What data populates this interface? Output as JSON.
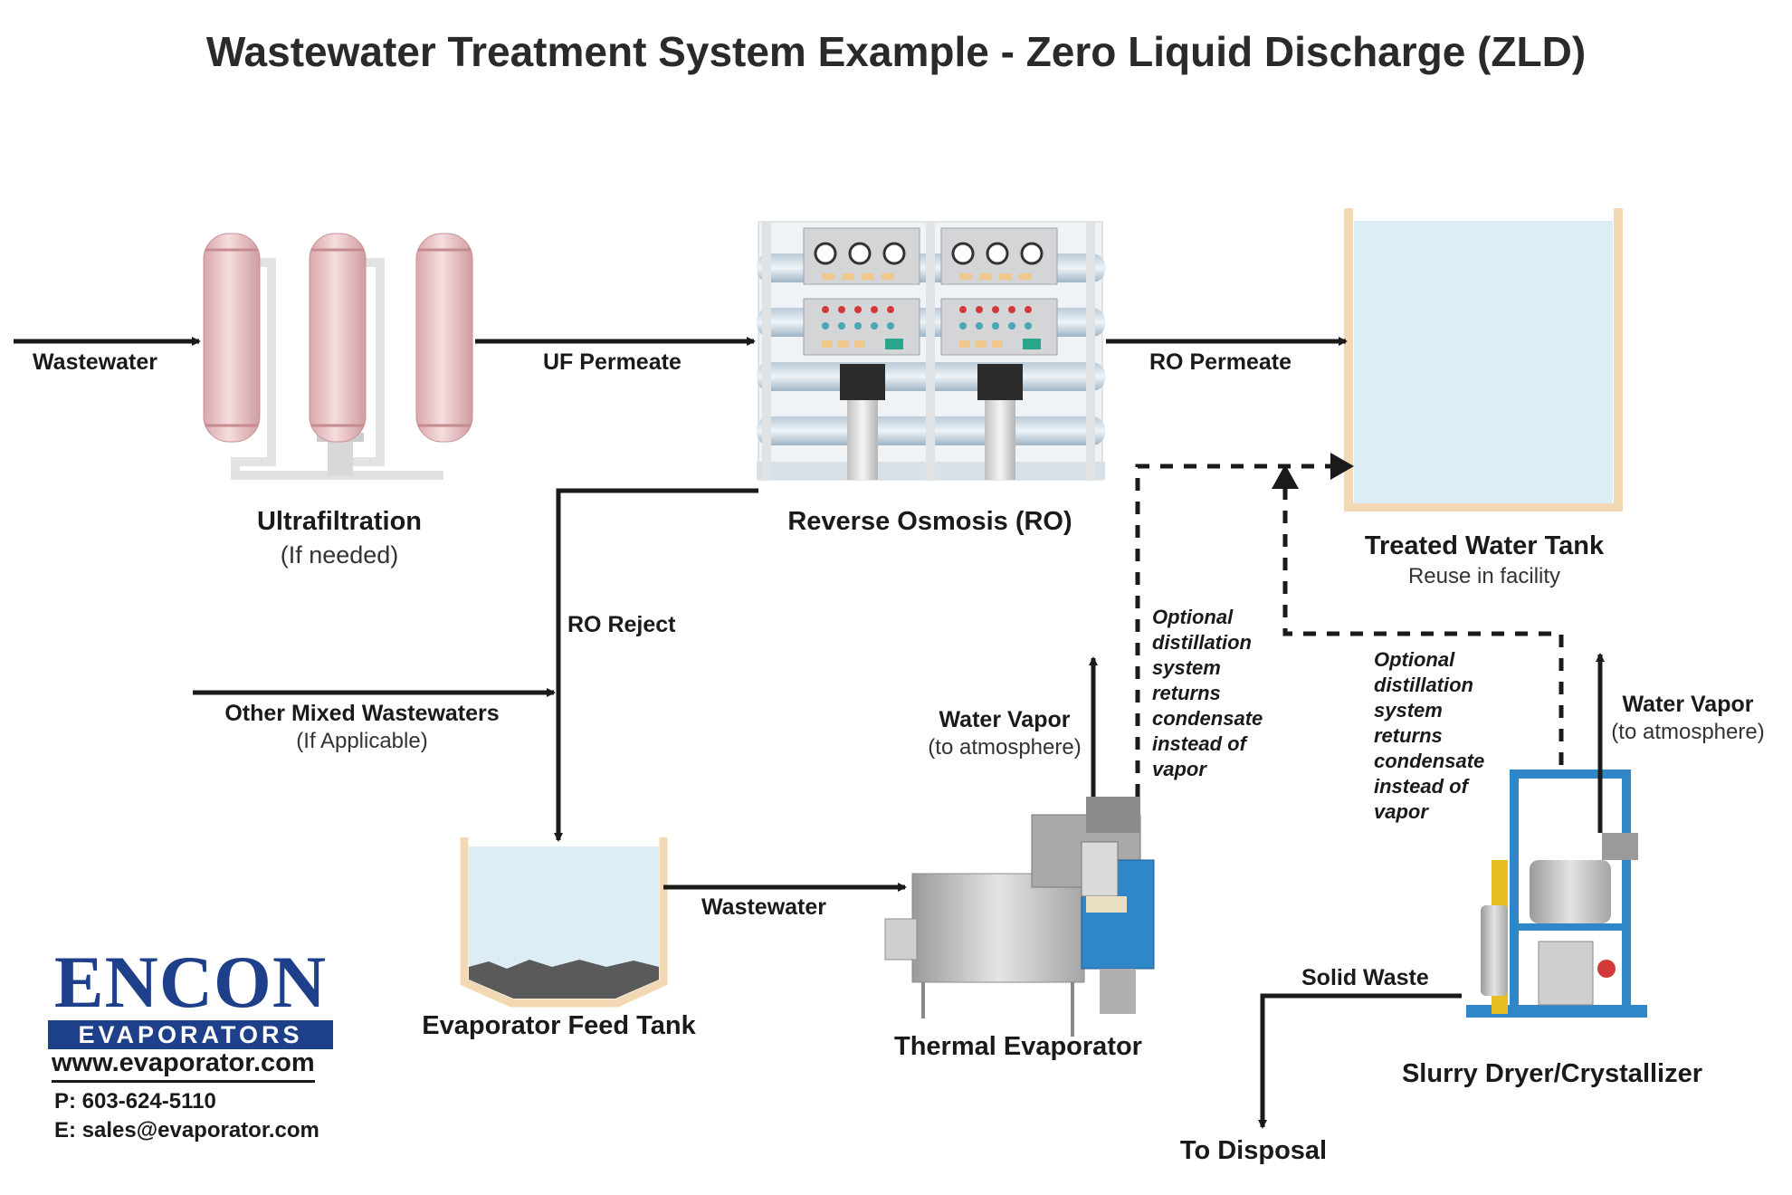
{
  "title": "Wastewater Treatment System Example - Zero Liquid Discharge (ZLD)",
  "flows": {
    "wastewater_in": "Wastewater",
    "uf_permeate": "UF Permeate",
    "ro_permeate": "RO Permeate",
    "ro_reject": "RO Reject",
    "other_mixed": "Other Mixed Wastewaters",
    "other_mixed_sub": "(If Applicable)",
    "wastewater_to_evap": "Wastewater",
    "water_vapor_1": "Water Vapor",
    "water_vapor_1_sub": "(to atmosphere)",
    "water_vapor_2": "Water Vapor",
    "water_vapor_2_sub": "(to atmosphere)",
    "solid_waste": "Solid Waste",
    "to_disposal": "To Disposal"
  },
  "components": {
    "ultrafiltration": "Ultrafiltration",
    "ultrafiltration_sub": "(If needed)",
    "reverse_osmosis": "Reverse Osmosis (RO)",
    "treated_water_tank": "Treated Water Tank",
    "treated_water_tank_sub": "Reuse in facility",
    "evaporator_feed_tank": "Evaporator Feed Tank",
    "thermal_evaporator": "Thermal Evaporator",
    "slurry_dryer": "Slurry Dryer/Crystallizer"
  },
  "notes": {
    "note_1": [
      "Optional",
      "distillation",
      "system",
      "returns",
      "condensate",
      "instead of",
      "vapor"
    ],
    "note_2": [
      "Optional",
      "distillation",
      "system",
      "returns",
      "condensate",
      "instead of",
      "vapor"
    ]
  },
  "logo": {
    "word": "ENCON",
    "bar": "EVAPORATORS",
    "website": "www.evaporator.com",
    "phone": "P: 603-624-5110",
    "email": "E: sales@evaporator.com"
  },
  "colors": {
    "logo_blue": "#1e3f8a",
    "tank_water": "#dcedf5",
    "tank_wall": "#f3d8b4",
    "uf_vessel": "#ecc3c6",
    "arrow": "#1a1a1a"
  }
}
